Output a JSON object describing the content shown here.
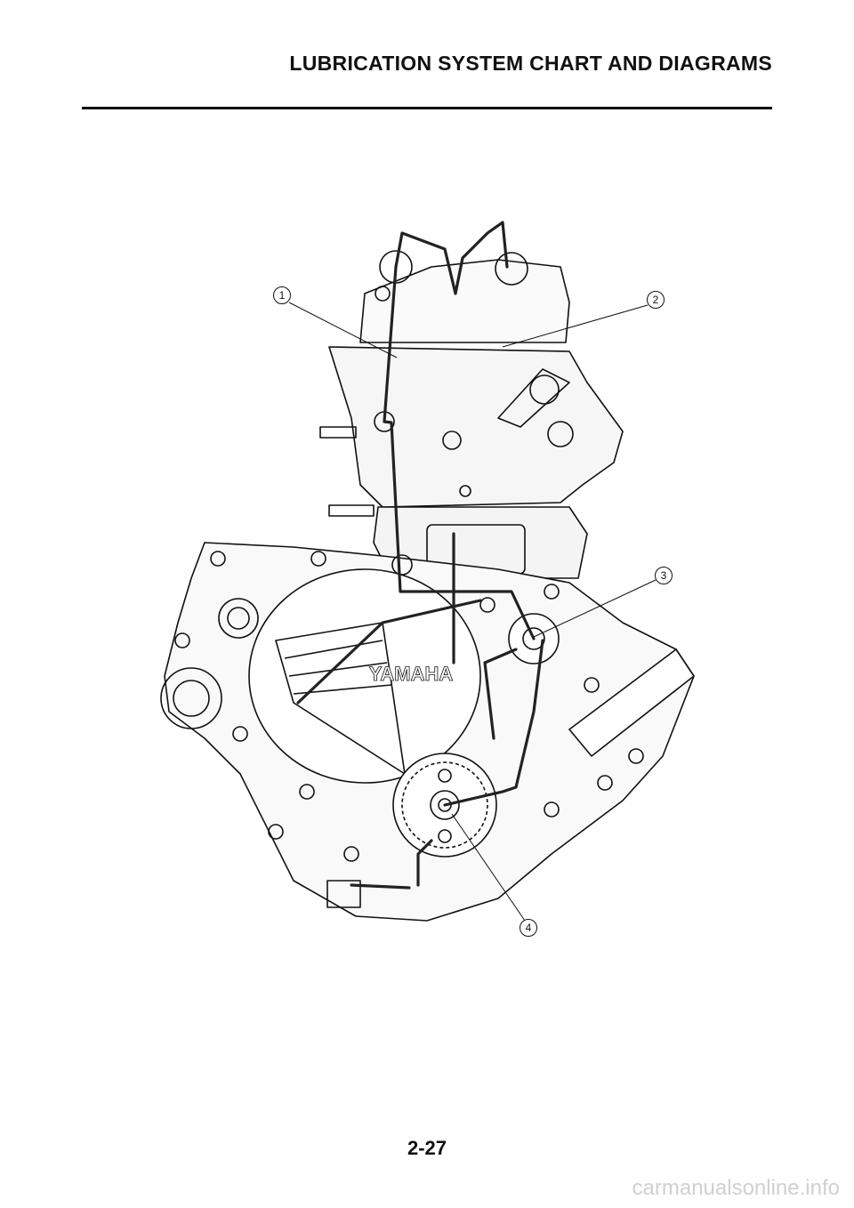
{
  "header": {
    "title": "LUBRICATION SYSTEM CHART AND DIAGRAMS"
  },
  "diagram": {
    "brand_mark": "YAMAHA",
    "callouts": [
      "1",
      "2",
      "3",
      "4"
    ]
  },
  "footer": {
    "page_number": "2-27",
    "watermark": "carmanualsonline.info"
  }
}
